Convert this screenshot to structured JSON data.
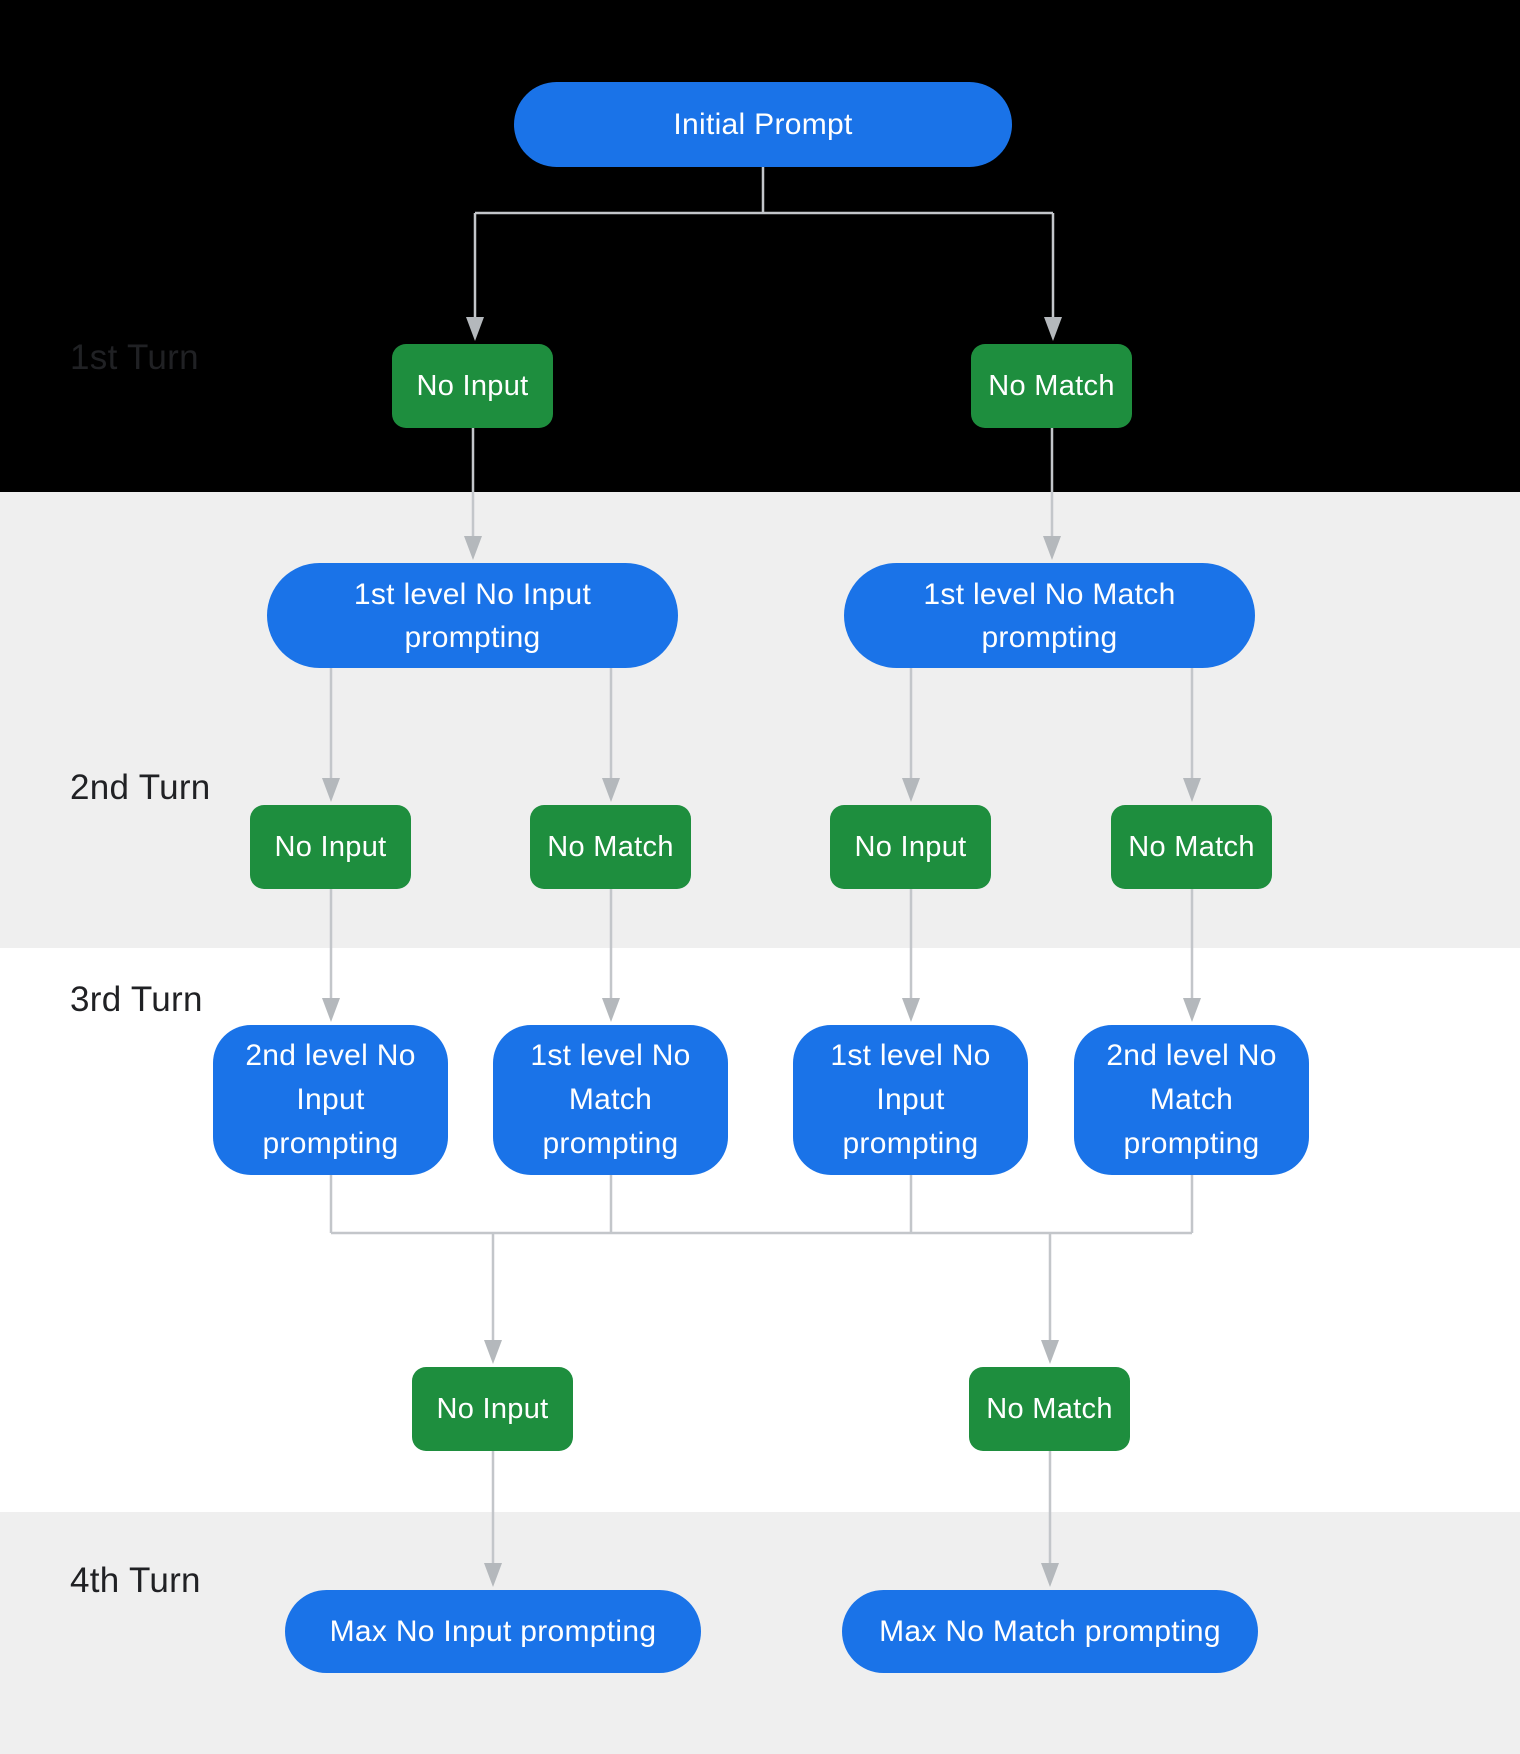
{
  "palette": {
    "node_blue": "#1a73e8",
    "node_green": "#1e8e3e",
    "band_black": "#000000",
    "band_gray": "#efefef",
    "band_white": "#ffffff",
    "connector_line": "#c3c6ca",
    "connector_arrow": "#b4b8bc",
    "label_text": "#202124",
    "node_text": "#ffffff"
  },
  "turns": [
    {
      "label": "1st Turn"
    },
    {
      "label": "2nd Turn"
    },
    {
      "label": "3rd Turn"
    },
    {
      "label": "4th Turn"
    }
  ],
  "nodes": {
    "initial": {
      "label": "Initial Prompt"
    },
    "turn1_events": [
      {
        "label": "No Input"
      },
      {
        "label": "No Match"
      }
    ],
    "turn2_prompts": [
      {
        "label": "1st level No Input\nprompting"
      },
      {
        "label": "1st level No Match\nprompting"
      }
    ],
    "turn2_events": [
      {
        "label": "No Input"
      },
      {
        "label": "No Match"
      },
      {
        "label": "No Input"
      },
      {
        "label": "No Match"
      }
    ],
    "turn3_prompts": [
      {
        "label": "2nd level No\nInput\nprompting"
      },
      {
        "label": "1st level No\nMatch\nprompting"
      },
      {
        "label": "1st level No\nInput\nprompting"
      },
      {
        "label": "2nd level No\nMatch\nprompting"
      }
    ],
    "turn3_events": [
      {
        "label": "No Input"
      },
      {
        "label": "No Match"
      }
    ],
    "turn4_prompts": [
      {
        "label": "Max No Input prompting"
      },
      {
        "label": "Max No Match prompting"
      }
    ]
  }
}
